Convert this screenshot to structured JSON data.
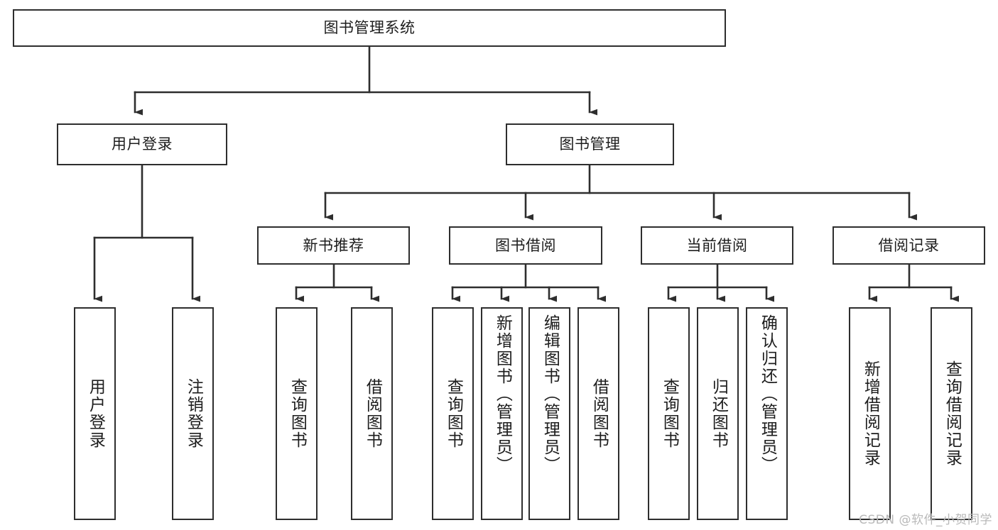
{
  "diagram": {
    "type": "tree-hierarchy",
    "root": {
      "id": "root",
      "label": "图书管理系统"
    },
    "level2": [
      {
        "id": "user-login",
        "label": "用户登录"
      },
      {
        "id": "book-management",
        "label": "图书管理"
      }
    ],
    "level3": [
      {
        "id": "new-book-recommend",
        "label": "新书推荐"
      },
      {
        "id": "book-borrow",
        "label": "图书借阅"
      },
      {
        "id": "current-borrow",
        "label": "当前借阅"
      },
      {
        "id": "borrow-record",
        "label": "借阅记录"
      }
    ],
    "leaves": {
      "user_login": [
        {
          "id": "leaf-user-login",
          "label": "用户登录"
        },
        {
          "id": "leaf-logout",
          "label": "注销登录"
        }
      ],
      "new_book_recommend": [
        {
          "id": "leaf-query-book-1",
          "label": "查询图书"
        },
        {
          "id": "leaf-borrow-book-1",
          "label": "借阅图书"
        }
      ],
      "book_borrow": [
        {
          "id": "leaf-query-book-2",
          "label": "查询图书"
        },
        {
          "id": "leaf-add-book",
          "label": "新增图书（管理员）"
        },
        {
          "id": "leaf-edit-book",
          "label": "编辑图书（管理员）"
        },
        {
          "id": "leaf-borrow-book-2",
          "label": "借阅图书"
        }
      ],
      "current_borrow": [
        {
          "id": "leaf-query-book-3",
          "label": "查询图书"
        },
        {
          "id": "leaf-return-book",
          "label": "归还图书"
        },
        {
          "id": "leaf-confirm-return",
          "label": "确认归还（管理员）"
        }
      ],
      "borrow_record": [
        {
          "id": "leaf-add-record",
          "label": "新增借阅记录"
        },
        {
          "id": "leaf-query-record",
          "label": "查询借阅记录"
        }
      ]
    },
    "colors": {
      "stroke": "#2e2e2e",
      "fill": "#ffffff",
      "text": "#1d1d1d",
      "watermark": "#b9b9b9"
    }
  },
  "watermark": {
    "text": "CSDN @软件_小贺同学"
  }
}
